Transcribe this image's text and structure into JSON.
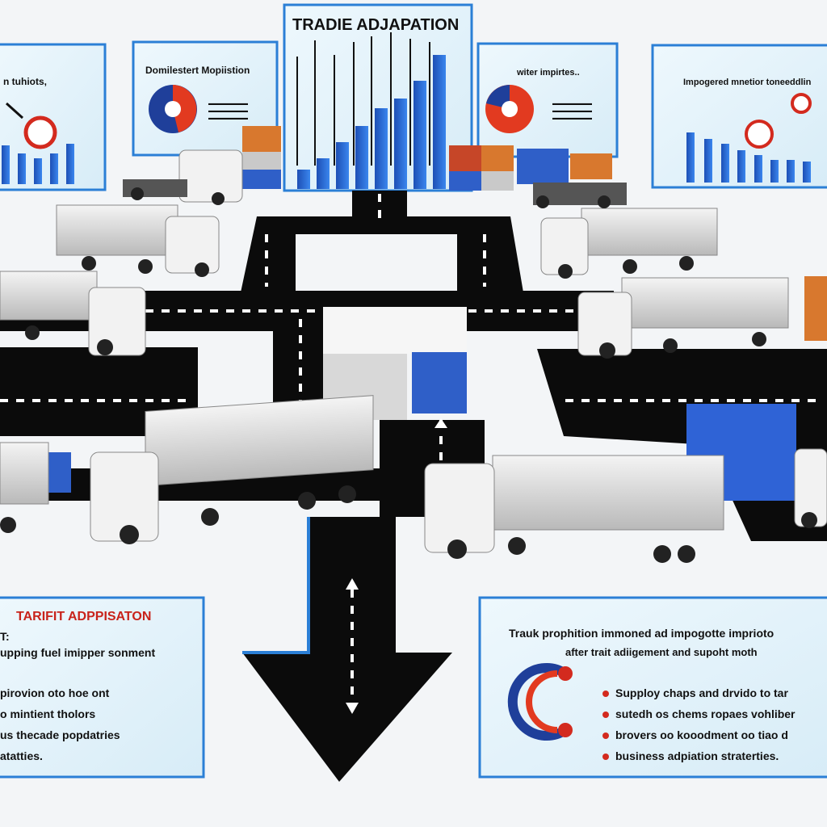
{
  "top_board": {
    "title": "TRADIE ADJAPATION"
  },
  "left_board": {
    "caption": "n tuhiots,"
  },
  "board_pie_left": {
    "title": "Domilestert Mopiistion",
    "lines": [
      "▬▬▬▬▬▬▬",
      "▬▬▬▬▬▬▬",
      "▬▬▬▬▬▬▬"
    ]
  },
  "board_pie_right": {
    "title": "witer impirtes..",
    "lines": [
      "▬▬▬▬▬▬▬",
      "▬▬▬▬▬▬▬",
      "▬▬▬▬▬▬▬"
    ]
  },
  "right_board": {
    "title": "Impogered mnetior toneeddlin"
  },
  "bottom_left": {
    "title": "TARIFIT ADPPISATON",
    "subtitle": "T:",
    "line1": "upping fuel imipper sonment",
    "items": [
      "pirovion oto hoe ont",
      "o mintient tholors",
      "us thecade popdatries",
      "atatties."
    ]
  },
  "bottom_right": {
    "title_line1": "Trauk prophition immoned ad impogotte imprioto",
    "title_line2": "after trait adiigement and supoht moth",
    "bullets": [
      "Supploy chaps and drvido to tar",
      "sutedh os chems ropaes vohliber",
      "brovers oo kooodment oo tiao d",
      "business adpiation straterties."
    ]
  },
  "colors": {
    "road": "#0b0b0b",
    "board_bg": "#e3f2fa",
    "board_edge": "#2b7fd6",
    "accent_red": "#d32a1e",
    "bar_blue": "#2e6fd8",
    "container_blue": "#2f5fc8",
    "container_orange": "#d8782e"
  },
  "icons": [
    "arrow-icon",
    "pie-icon",
    "cycle-icon",
    "bar-chart-icon",
    "truck-icon",
    "container-icon"
  ]
}
